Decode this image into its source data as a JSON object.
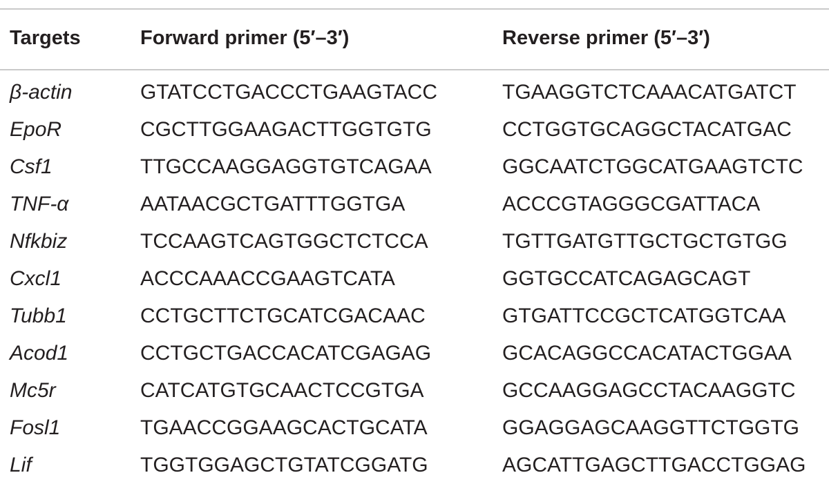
{
  "table": {
    "headers": {
      "target": "Targets",
      "forward": "Forward primer (5′–3′)",
      "reverse": "Reverse primer (5′–3′)"
    },
    "rows": [
      {
        "target": "β-actin",
        "forward": "GTATCCTGACCCTGAAGTACC",
        "reverse": "TGAAGGTCTCAAACATGATCT"
      },
      {
        "target": "EpoR",
        "forward": "CGCTTGGAAGACTTGGTGTG",
        "reverse": "CCTGGTGCAGGCTACATGAC"
      },
      {
        "target": "Csf1",
        "forward": "TTGCCAAGGAGGTGTCAGAA",
        "reverse": "GGCAATCTGGCATGAAGTCTC"
      },
      {
        "target": "TNF-α",
        "forward": "AATAACGCTGATTTGGTGA",
        "reverse": "ACCCGTAGGGCGATTACA"
      },
      {
        "target": "Nfkbiz",
        "forward": "TCCAAGTCAGTGGCTCTCCA",
        "reverse": "TGTTGATGTTGCTGCTGTGG"
      },
      {
        "target": "Cxcl1",
        "forward": "ACCCAAACCGAAGTCATA",
        "reverse": "GGTGCCATCAGAGCAGT"
      },
      {
        "target": "Tubb1",
        "forward": "CCTGCTTCTGCATCGACAAC",
        "reverse": "GTGATTCCGCTCATGGTCAA"
      },
      {
        "target": "Acod1",
        "forward": "CCTGCTGACCACATCGAGAG",
        "reverse": "GCACAGGCCACATACTGGAA"
      },
      {
        "target": "Mc5r",
        "forward": "CATCATGTGCAACTCCGTGA",
        "reverse": "GCCAAGGAGCCTACAAGGTC"
      },
      {
        "target": "Fosl1",
        "forward": "TGAACCGGAAGCACTGCATA",
        "reverse": "GGAGGAGCAAGGTTCTGGTG"
      },
      {
        "target": "Lif",
        "forward": "TGGTGGAGCTGTATCGGATG",
        "reverse": "AGCATTGAGCTTGACCTGGAG"
      }
    ]
  }
}
